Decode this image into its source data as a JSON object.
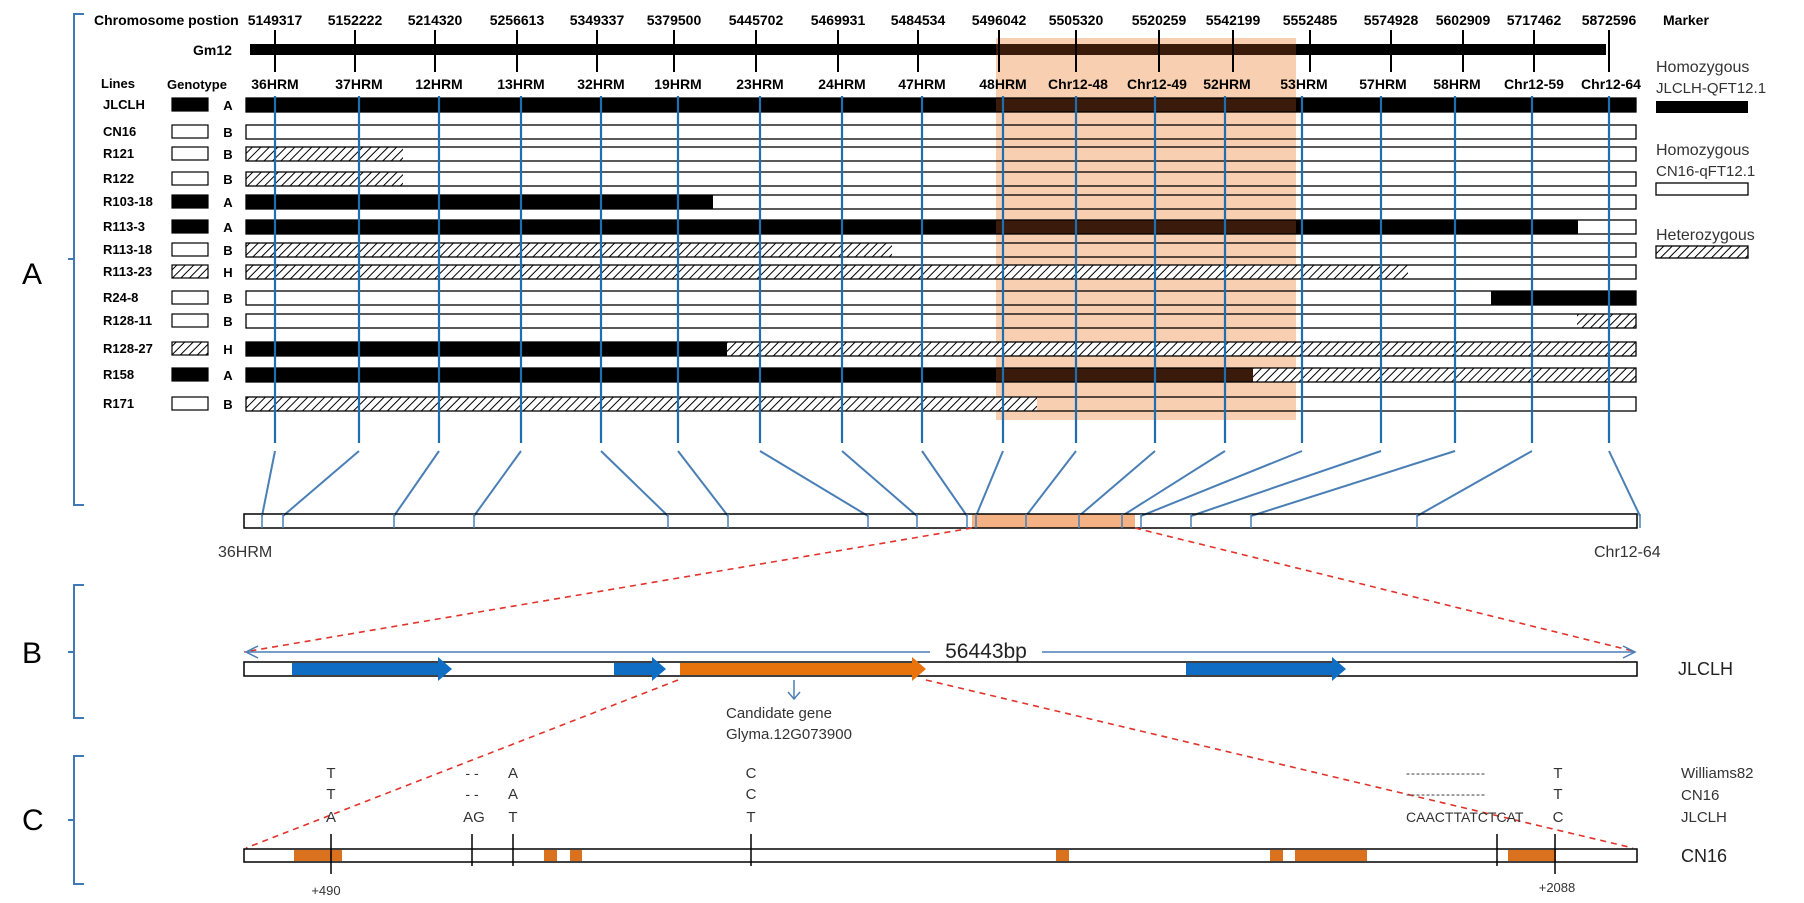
{
  "colors": {
    "orange_highlight": "#f8cfb0",
    "blue_line": "#1f6fb0",
    "blue_gene": "#0f6ec4",
    "orange_gene": "#e8720c",
    "bracket_blue": "#3f79b6",
    "red_dash": "#e0332a",
    "exon": "#d9711f"
  },
  "panelA": {
    "label": "A",
    "chromosome_position_label": "Chromosome postion",
    "chromosome_name": "Gm12",
    "marker_header": "Marker",
    "positions": [
      "5149317",
      "5152222",
      "5214320",
      "5256613",
      "5349337",
      "5379500",
      "5445702",
      "5469931",
      "5484534",
      "5496042",
      "5505320",
      "5520259",
      "5542199",
      "5552485",
      "5574928",
      "5602909",
      "5717462",
      "5872596"
    ],
    "markers": [
      "36HRM",
      "37HRM",
      "12HRM",
      "13HRM",
      "32HRM",
      "19HRM",
      "23HRM",
      "24HRM",
      "47HRM",
      "48HRM",
      "Chr12-48",
      "Chr12-49",
      "52HRM",
      "53HRM",
      "57HRM",
      "58HRM",
      "Chr12-59",
      "Chr12-64"
    ],
    "lines_header": "Lines",
    "genotype_header": "Genotype",
    "lines": [
      {
        "name": "JLCLH",
        "genotype": "A"
      },
      {
        "name": "CN16",
        "genotype": "B"
      },
      {
        "name": "R121",
        "genotype": "B"
      },
      {
        "name": "R122",
        "genotype": "B"
      },
      {
        "name": "R103-18",
        "genotype": "A"
      },
      {
        "name": "R113-3",
        "genotype": "A"
      },
      {
        "name": "R113-18",
        "genotype": "B"
      },
      {
        "name": "R113-23",
        "genotype": "H"
      },
      {
        "name": "R24-8",
        "genotype": "B"
      },
      {
        "name": "R128-11",
        "genotype": "B"
      },
      {
        "name": "R128-27",
        "genotype": "H"
      },
      {
        "name": "R158",
        "genotype": "A"
      },
      {
        "name": "R171",
        "genotype": "B"
      }
    ],
    "legend": {
      "homo_jlclh_title": "Homozygous",
      "homo_jlclh_sub": "JLCLH-QFT12.1",
      "homo_cn16_title": "Homozygous",
      "homo_cn16_sub": "CN16-qFT12.1",
      "hetero_title": "Heterozygous"
    },
    "zoom_left_label": "36HRM",
    "zoom_right_label": "Chr12-64"
  },
  "panelB": {
    "label": "B",
    "length_label": "56443bp",
    "line_label": "JLCLH",
    "candidate_line1": "Candidate gene",
    "candidate_line2": "Glyma.12G073900"
  },
  "panelC": {
    "label": "C",
    "row_labels": [
      "Williams82",
      "CN16",
      "JLCLH"
    ],
    "line_label": "CN16",
    "snp1": [
      "T",
      "T",
      "A"
    ],
    "snp2": [
      "- -",
      "- -",
      "AG"
    ],
    "snp3": [
      "A",
      "A",
      "T"
    ],
    "snp4": [
      "C",
      "C",
      "T"
    ],
    "snp5_dashes": [
      "----------------",
      "----------------"
    ],
    "snp5_seq": "CAACTTATCTCAT",
    "snp6": [
      "T",
      "T",
      "C"
    ],
    "pos_left": "+490",
    "pos_right": "+2088"
  }
}
